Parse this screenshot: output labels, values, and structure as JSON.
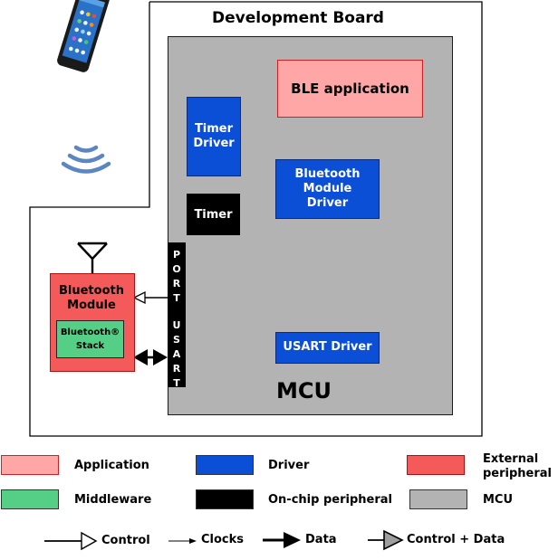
{
  "board": {
    "title": "Development Board"
  },
  "mcu": {
    "label": "MCU"
  },
  "blocks": {
    "ble_app": "BLE application",
    "timer_driver": [
      "Timer",
      "Driver"
    ],
    "bt_driver": [
      "Bluetooth",
      "Module",
      "Driver"
    ],
    "timer": "Timer",
    "usart_driver": "USART Driver",
    "port_letters": [
      "P",
      "O",
      "R",
      "T"
    ],
    "usart_letters": [
      "U",
      "S",
      "A",
      "R",
      "T"
    ],
    "bt_module": [
      "Bluetooth",
      "Module"
    ],
    "bt_stack": [
      "Bluetooth®",
      "Stack"
    ]
  },
  "legend": {
    "colors": [
      {
        "label": "Application",
        "color": "#ffa6a6"
      },
      {
        "label": "Driver",
        "color": "#0a4fd6"
      },
      {
        "label": "External peripheral",
        "color": "#f55a5a",
        "lines": [
          "External",
          "peripheral"
        ]
      },
      {
        "label": "Middleware",
        "color": "#55cf85"
      },
      {
        "label": "On-chip peripheral",
        "color": "#000000"
      },
      {
        "label": "MCU",
        "color": "#b3b3b3"
      }
    ],
    "arrows": [
      "Control",
      "Clocks",
      "Data",
      "Control + Data"
    ]
  }
}
